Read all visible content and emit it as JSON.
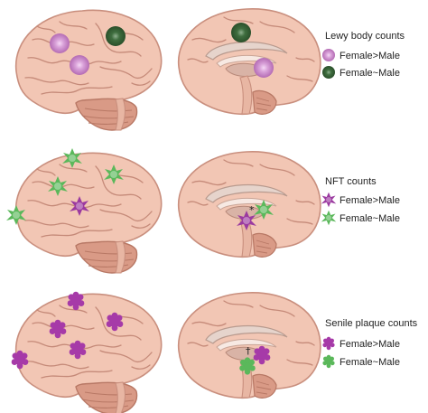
{
  "rows": [
    {
      "id": "lewy",
      "legend": {
        "title": "Lewy body counts",
        "items": [
          {
            "label": "Female>Male",
            "icon": "lewy-body-icon",
            "color": "#c880c8"
          },
          {
            "label": "Female~Male",
            "icon": "lewy-body-icon",
            "color": "#4a7a4a"
          }
        ]
      }
    },
    {
      "id": "nft",
      "legend": {
        "title": "NFT counts",
        "items": [
          {
            "label": "Female>Male",
            "icon": "neuron-icon",
            "color": "#9b3aa0"
          },
          {
            "label": "Female~Male",
            "icon": "neuron-icon",
            "color": "#5bb85b"
          }
        ]
      },
      "annotation": "*"
    },
    {
      "id": "plaque",
      "legend": {
        "title": "Senile plaque counts",
        "items": [
          {
            "label": "Female>Male",
            "icon": "plaque-icon",
            "color": "#a63aa8"
          },
          {
            "label": "Female~Male",
            "icon": "plaque-icon",
            "color": "#5bb85b"
          }
        ]
      },
      "annotation": "†"
    }
  ],
  "colors": {
    "brain": "#f2c6b4",
    "brain_stroke": "#c98f7e",
    "cerebellum": "#d99a86",
    "sulci": "#c58a79"
  }
}
